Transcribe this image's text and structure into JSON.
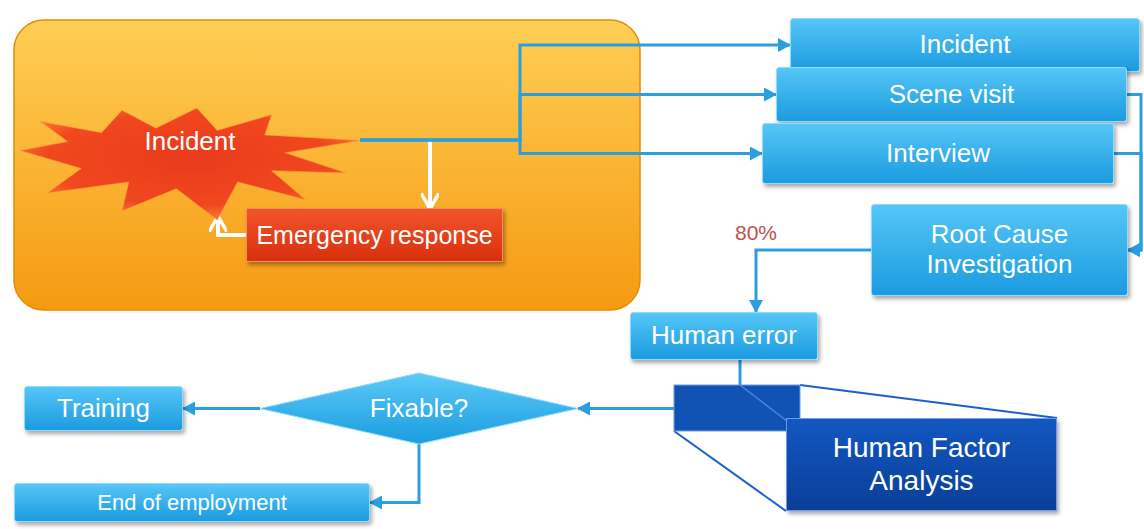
{
  "diagram": {
    "nodes": [
      {
        "text": [
          "Incident"
        ]
      },
      {
        "text": [
          "Emergency response"
        ]
      },
      {
        "text": [
          "Incident"
        ]
      },
      {
        "text": [
          "Scene visit"
        ]
      },
      {
        "text": [
          "Interview"
        ]
      },
      {
        "text": [
          "Root Cause Investigation"
        ]
      },
      {
        "text": [
          "Human error"
        ]
      },
      {
        "text": [
          "Human Factor Analysis"
        ]
      },
      {
        "text": [
          "Fixable?"
        ]
      },
      {
        "text": [
          "Training"
        ]
      },
      {
        "text": [
          "End of employment"
        ]
      }
    ],
    "edges": [
      {
        "from": 0,
        "to": 1,
        "arrow": "to"
      },
      {
        "from": 1,
        "to": 0,
        "arrow": "to"
      },
      {
        "from": 0,
        "to": 2,
        "arrow": "to"
      },
      {
        "from": 0,
        "to": 3,
        "arrow": "to"
      },
      {
        "from": 0,
        "to": 4,
        "arrow": "to"
      },
      {
        "from": 3,
        "to": 5,
        "arrow": "to"
      },
      {
        "from": 4,
        "to": 5,
        "arrow": "to"
      },
      {
        "from": 5,
        "to": 6,
        "label": "80%",
        "arrow": "to"
      },
      {
        "from": 6,
        "to": 8,
        "arrow": "to"
      },
      {
        "from": 8,
        "to": 9,
        "arrow": "to"
      },
      {
        "from": 8,
        "to": 10,
        "arrow": "to"
      }
    ]
  }
}
